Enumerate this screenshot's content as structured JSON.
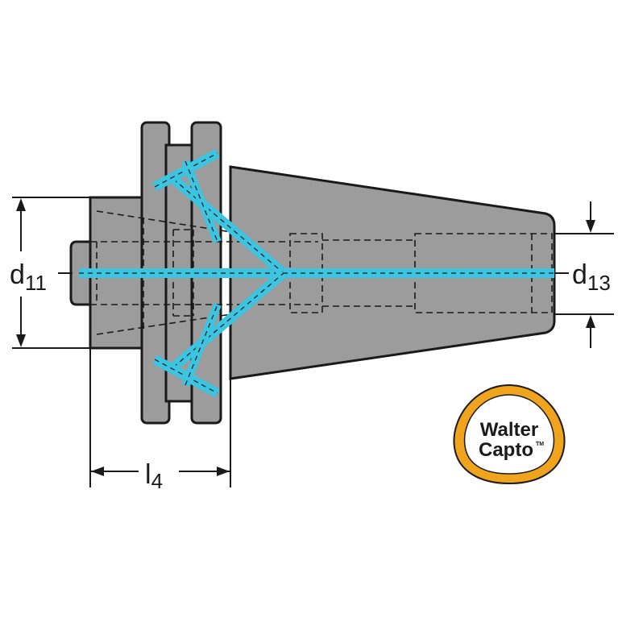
{
  "dimensions": {
    "d11": {
      "main": "d",
      "sub": "11"
    },
    "d13": {
      "main": "d",
      "sub": "13"
    },
    "l4": {
      "main": "l",
      "sub": "4"
    }
  },
  "logo": {
    "line1": "Walter",
    "line2": "Capto",
    "trademark": "TM"
  },
  "colors": {
    "body": "#9c9c9c",
    "outline": "#1a1a1a",
    "coolant": "#3cc4e0",
    "logo_ring": "#f0a41e"
  }
}
